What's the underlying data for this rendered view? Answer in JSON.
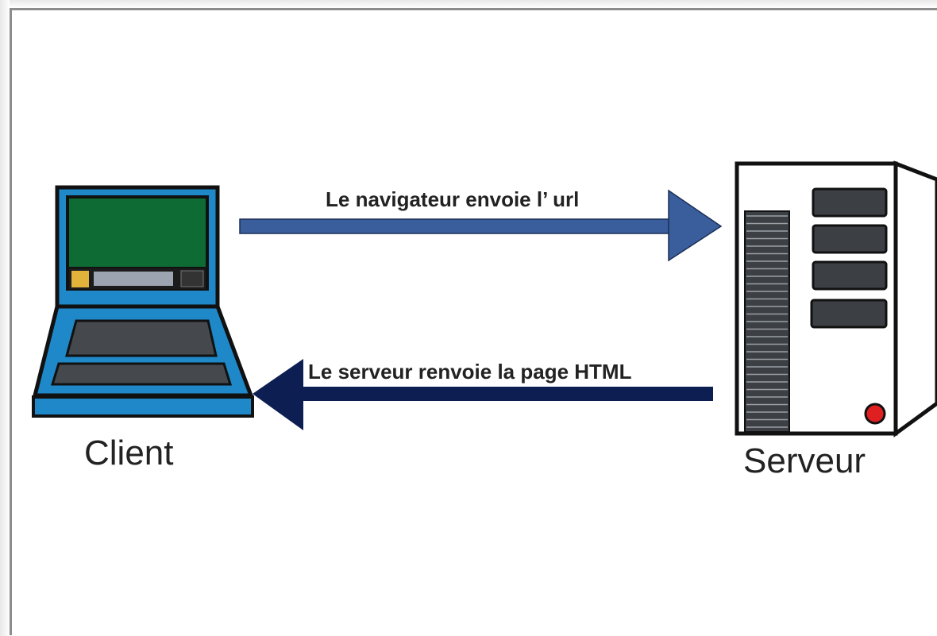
{
  "diagram": {
    "client_label": "Client",
    "server_label": "Serveur",
    "request_label": "Le navigateur envoie l’ url",
    "response_label": "Le serveur renvoie la page HTML"
  },
  "colors": {
    "request_arrow": "#3a5e9c",
    "response_arrow": "#0d1f52",
    "laptop_frame": "#1e88c8",
    "laptop_screen": "#0f6b34",
    "laptop_outline": "#111111",
    "server_body": "#ffffff",
    "server_drive": "#3c4044",
    "server_led": "#e02020"
  }
}
